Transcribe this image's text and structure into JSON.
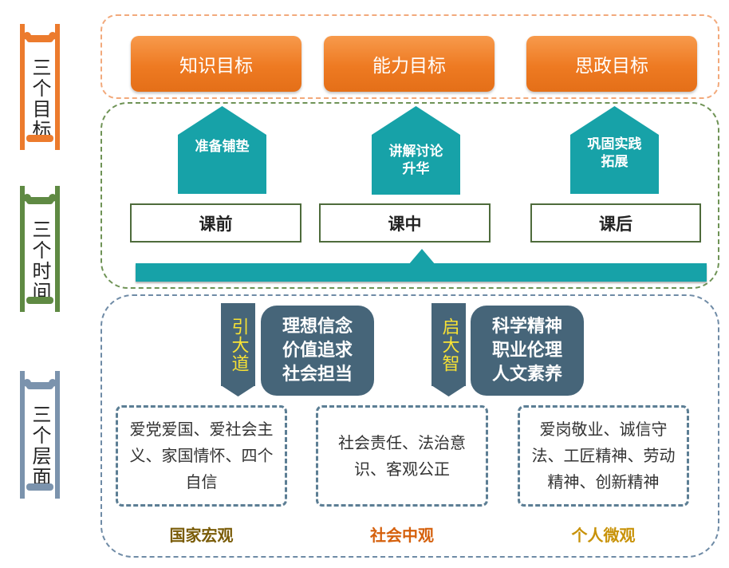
{
  "side_labels": {
    "goals": "三个目标",
    "time": "三个时间",
    "levels": "三个层面"
  },
  "goals": [
    "知识目标",
    "能力目标",
    "思政目标"
  ],
  "activities": [
    "准备铺垫",
    "讲解讨论\n升华",
    "巩固实践\n拓展"
  ],
  "time_stages": [
    "课前",
    "课中",
    "课后"
  ],
  "guides": [
    {
      "label": "引大道",
      "lines": [
        "理想信念",
        "价值追求",
        "社会担当"
      ]
    },
    {
      "label": "启大智",
      "lines": [
        "科学精神",
        "职业伦理",
        "人文素养"
      ]
    }
  ],
  "levels": [
    {
      "text": "爱党爱国、爱社会主义、家国情怀、四个自信",
      "caption": "国家宏观"
    },
    {
      "text": "社会责任、法治意识、客观公正",
      "caption": "社会中观"
    },
    {
      "text": "爱岗敬业、诚信守法、工匠精神、劳动精神、创新精神",
      "caption": "个人微观"
    }
  ],
  "colors": {
    "goal_orange": "#ee7a22",
    "teal": "#17a2a8",
    "panel_slate": "#466579",
    "time_green": "#4e6b3b",
    "level_blue": "#5c7e94",
    "caption_national": "#7a5c08",
    "caption_social": "#d5600c",
    "caption_personal": "#c89208"
  }
}
